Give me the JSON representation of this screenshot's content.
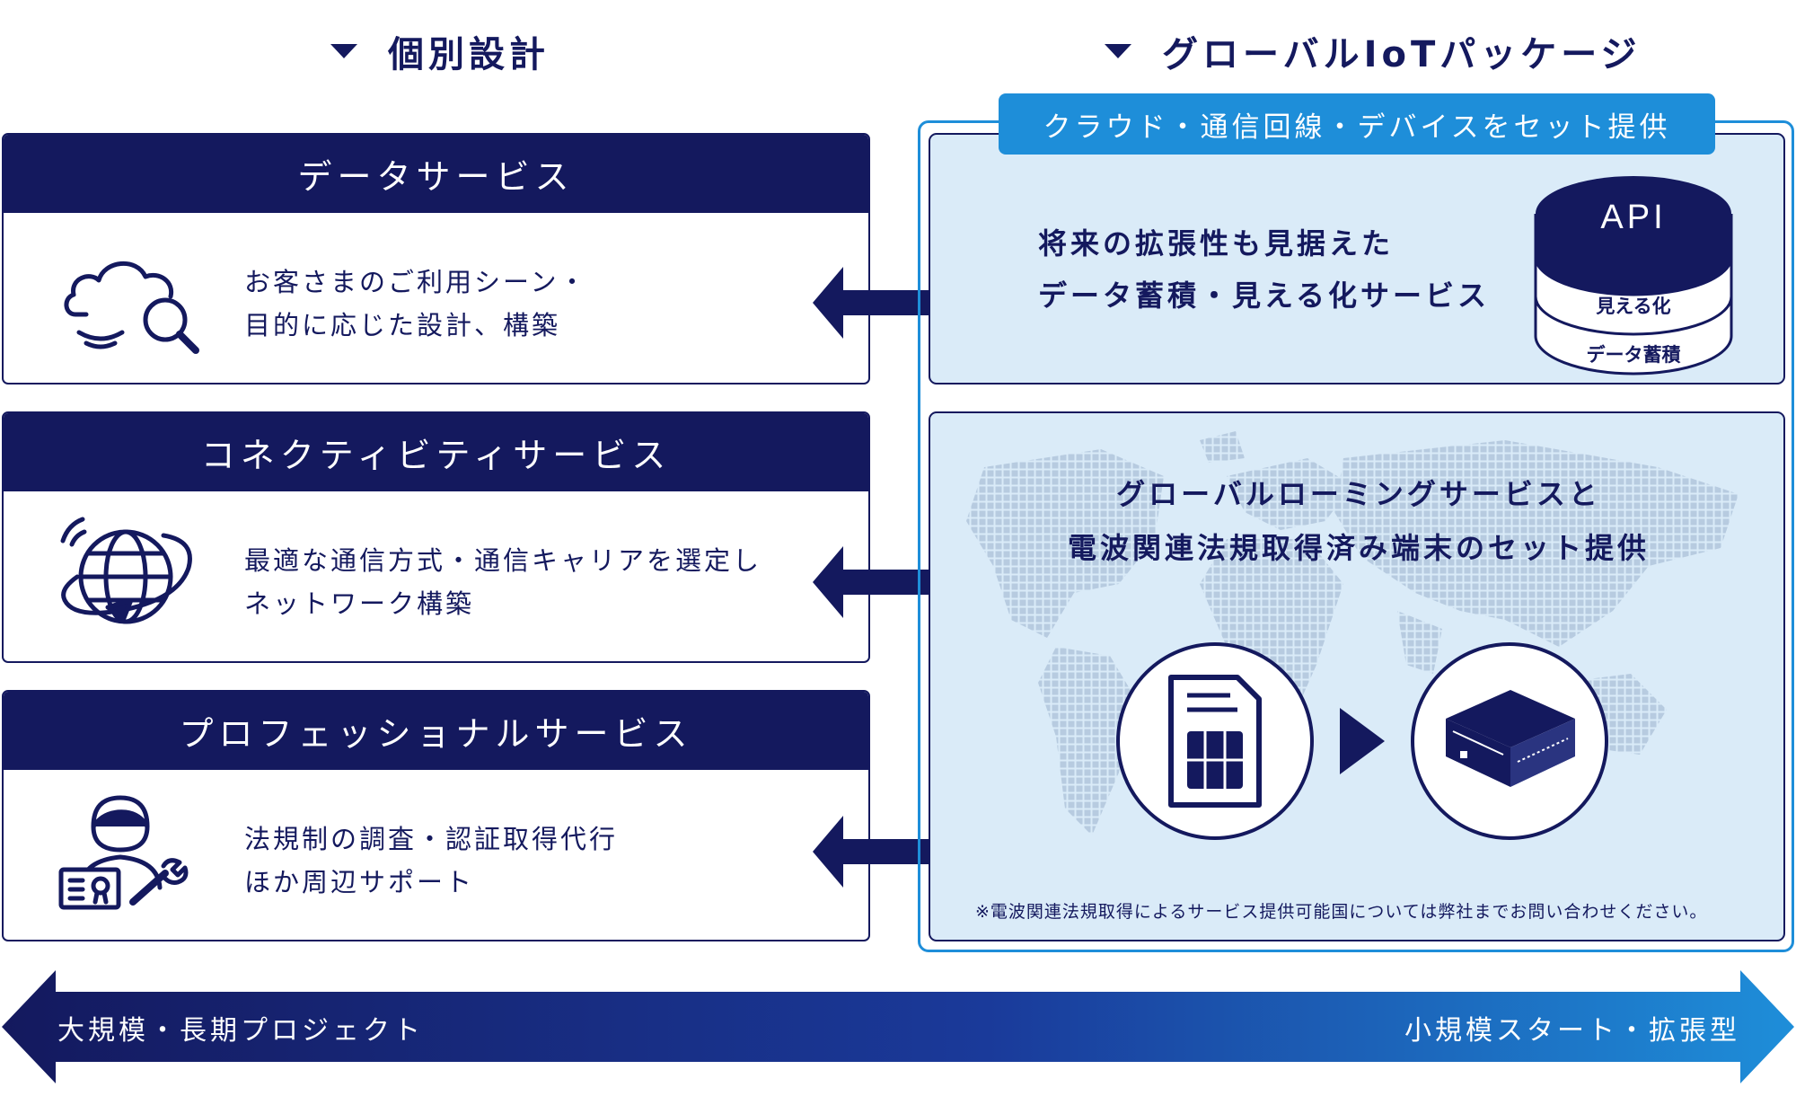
{
  "columns": {
    "left_title": "個別設計",
    "right_title": "グローバルIoTパッケージ"
  },
  "services": [
    {
      "title": "データサービス",
      "icon": "cloud-search-icon",
      "lines": [
        "お客さまのご利用シーン・",
        "目的に応じた設計、構築"
      ]
    },
    {
      "title": "コネクティビティサービス",
      "icon": "globe-arrow-icon",
      "lines": [
        "最適な通信方式・通信キャリアを選定し",
        "ネットワーク構築"
      ]
    },
    {
      "title": "プロフェッショナルサービス",
      "icon": "person-certificate-wrench-icon",
      "lines": [
        "法規制の調査・認証取得代行",
        "ほか周辺サポート"
      ]
    }
  ],
  "package": {
    "tag": "クラウド・通信回線・デバイスをセット提供",
    "data_panel": {
      "lines": [
        "将来の拡張性も見据えた",
        "データ蓄積・見える化サービス"
      ],
      "db_layers": [
        "API",
        "見える化",
        "データ蓄積"
      ]
    },
    "roaming_panel": {
      "lines": [
        "グローバルローミングサービスと",
        "電波関連法規取得済み端末のセット提供"
      ],
      "icons": [
        "sim-card-icon",
        "play-arrow-icon",
        "device-box-icon"
      ],
      "note": "※電波関連法規取得によるサービス提供可能国については弊社までお問い合わせください。"
    }
  },
  "scale": {
    "left_label": "大規模・長期プロジェクト",
    "right_label": "小規模スタート・拡張型"
  },
  "colors": {
    "navy": "#14195e",
    "accent_blue": "#1e8ed9",
    "panel_fill": "#daebf8",
    "map_dots": "#b7cbe0"
  }
}
